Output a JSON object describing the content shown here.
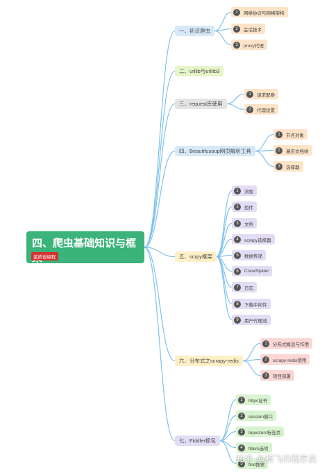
{
  "root": {
    "title": "四、爬虫基础知识与框架",
    "tag": "蓝桥说编程"
  },
  "branches": [
    {
      "label": "一、初识爬虫",
      "children": [
        "网络协议与网络架构",
        "会话技术",
        "proxy代理"
      ]
    },
    {
      "label": "二、urllib与urllib3",
      "children": []
    },
    {
      "label": "三、request库使用",
      "children": [
        "请求配参",
        "代理设置"
      ]
    },
    {
      "label": "四、Beautifusoup网页解析工具",
      "children": [
        "节点对象",
        "遍历文档树",
        "选择器"
      ]
    },
    {
      "label": "五、scrpy框架",
      "children": [
        "流程",
        "组件",
        "文档",
        "scrapy选择器",
        "数据传递",
        "CrawlSpider",
        "日志",
        "下载中间件",
        "用户代理池"
      ]
    },
    {
      "label": "六、分布式之scrapy-redis",
      "children": [
        "分布式概念与作用",
        "scrapy-redis使用",
        "项目部署"
      ]
    },
    {
      "label": "七、Fiddler抓包",
      "children": [
        "https证书",
        "session窗口",
        "Inpectors标签页",
        "filters选项",
        "find搜索"
      ]
    }
  ],
  "watermark": "知乎 @腾飞的程序员",
  "colors": {
    "root": "#3bb37a",
    "line": "#7fc2ec",
    "number_bullet": "#555555"
  }
}
